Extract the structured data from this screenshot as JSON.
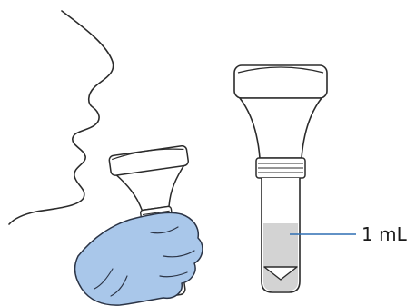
{
  "diagram": {
    "volume_label": "1 mL"
  },
  "colors": {
    "outline": "#2b2b2b",
    "glove_fill": "#a9c7ea",
    "glove_stroke": "#2b3446",
    "liquid_fill": "#d3d3d3",
    "pointer_line": "#2f6fb3",
    "label_text": "#1a1a1a",
    "background": "#ffffff"
  },
  "icons": {
    "face": "face-profile-outline",
    "glove": "gloved-hand",
    "collector": "saliva-collection-tube"
  }
}
